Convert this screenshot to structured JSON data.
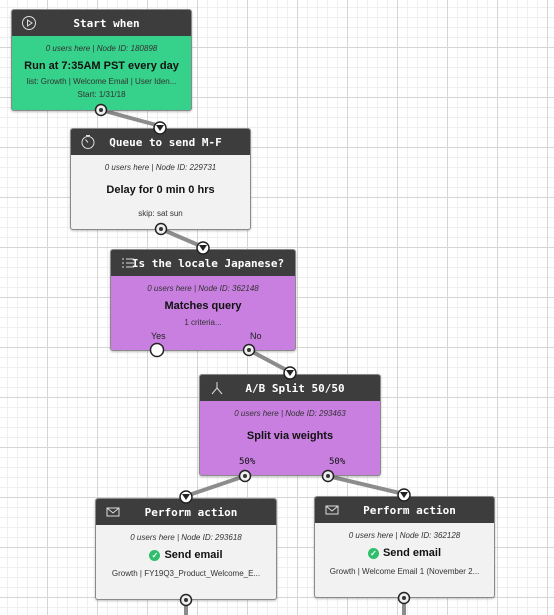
{
  "nodes": {
    "start": {
      "title": "Start when",
      "info": "0 users here | Node ID: 180898",
      "main": "Run at 7:35AM PST every day",
      "meta1": "list: Growth | Welcome Email | User Iden...",
      "meta2": "Start: 1/31/18",
      "icon": "play-icon"
    },
    "queue": {
      "title": "Queue to send M-F",
      "info": "0 users here | Node ID: 229731",
      "main": "Delay for 0 min 0 hrs",
      "meta": "skip: sat sun",
      "icon": "timer-icon"
    },
    "locale": {
      "title": "Is the locale Japanese?",
      "info": "0 users here | Node ID: 362148",
      "main": "Matches query",
      "meta": "1 criteria...",
      "yes": "Yes",
      "no": "No",
      "icon": "list-icon"
    },
    "split": {
      "title": "A/B Split 50/50",
      "info": "0 users here | Node ID: 293463",
      "main": "Split via weights",
      "left_pct": "50%",
      "right_pct": "50%",
      "icon": "split-icon"
    },
    "action1": {
      "title": "Perform action",
      "info": "0 users here | Node ID: 293618",
      "main": "Send email",
      "meta": "Growth | FY19Q3_Product_Welcome_E...",
      "icon": "envelope-icon"
    },
    "action2": {
      "title": "Perform action",
      "info": "0 users here | Node ID: 362128",
      "main": "Send email",
      "meta": "Growth | Welcome Email 1 (November 2...",
      "icon": "envelope-icon"
    }
  },
  "colors": {
    "start": "#36d18a",
    "queue": "#f2f2f2",
    "condition": "#c87fe0",
    "header": "#3d3d3d"
  }
}
